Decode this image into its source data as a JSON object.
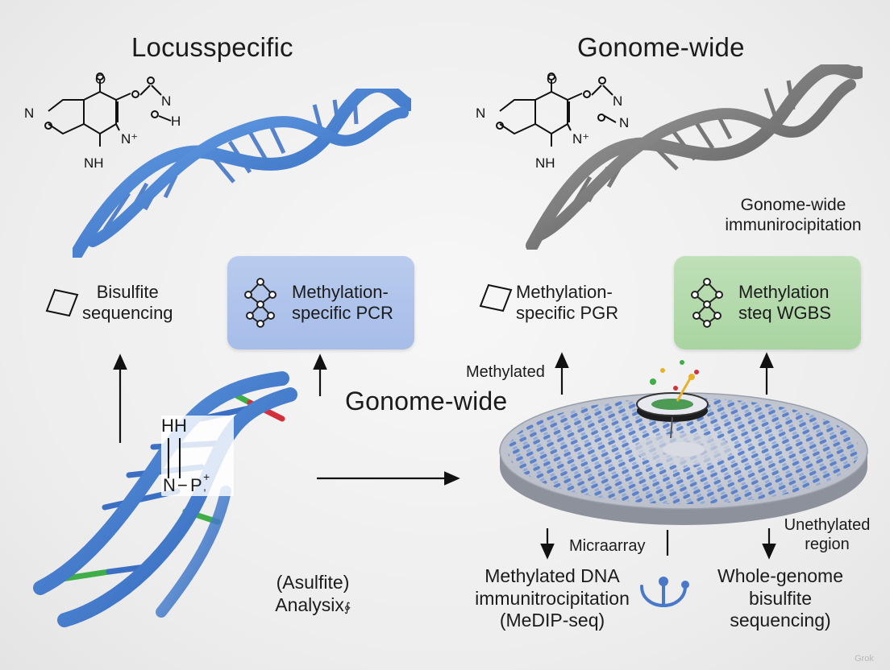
{
  "titles": {
    "left": "Locusspecific",
    "right": "Gonome-wide",
    "center": "Gonome-wide"
  },
  "chem_left": {
    "o1": "O",
    "o2": "O",
    "n1": "N",
    "n2": "N",
    "h": "H",
    "nplus": "N⁺",
    "nh": "NH"
  },
  "chem_right": {
    "o1": "O",
    "o2": "O",
    "n1": "N",
    "n2": "N",
    "n3": "N",
    "nplus": "N⁺",
    "nh": "NH"
  },
  "labels": {
    "immuno": "Gonome-wide\nimmunirocipitation",
    "bisulfite_seq": "Bisulfite\nsequencing",
    "msp_left": "Methylation-\nspecific PCR",
    "msp_right": "Methylation-\nspecific PGR",
    "wgbs_box": "Methylation\nsteq WGBS",
    "methylated": "Methylated",
    "microarray": "Micraarray",
    "unmethylated": "Unethylated\nregion",
    "medip": "Methylated DNA\nimmunitrocipitation\n(MeDIP-seq)",
    "wgbs": "Whole-genome\nbisulfite\nsequencing)",
    "analysis": "(Asulfite)\nAnalysix",
    "analysis_mark": "∲"
  },
  "molecule": {
    "h1": "H",
    "h2": "H",
    "n": "N",
    "bond": "−",
    "p": "P",
    "sup": "+",
    "sub": ","
  },
  "watermark": "Grok",
  "colors": {
    "dna_blue": "#3f7fd0",
    "dna_gray": "#6c6c6c",
    "box_blue": "#aec2ea",
    "box_green": "#b3d9ab",
    "accent_green": "#3fae49",
    "accent_red": "#d3303a",
    "icon_blue": "#4a78c9"
  },
  "icons": [
    "parallelogram-icon",
    "network-icon",
    "antibody-icon",
    "microarray-disk-icon"
  ]
}
